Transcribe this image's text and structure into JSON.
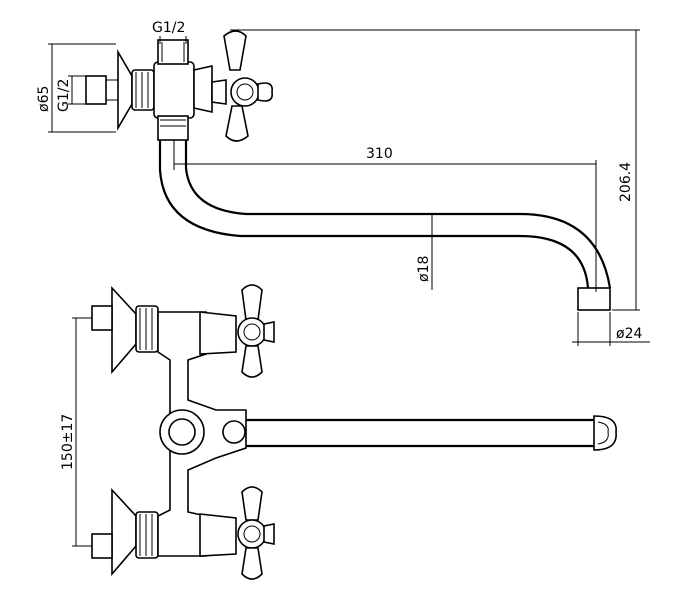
{
  "dimensions": {
    "inlet_thread": "G1/2",
    "escutcheon_diameter": "ø65",
    "inlet_thread_vertical": "G1/2",
    "spout_reach": "310",
    "overall_height": "206.4",
    "spout_tube_diameter": "ø18",
    "spout_outlet_diameter": "ø24",
    "centre_distance": "150±17"
  },
  "colors": {
    "line": "#000000",
    "background": "#ffffff"
  }
}
